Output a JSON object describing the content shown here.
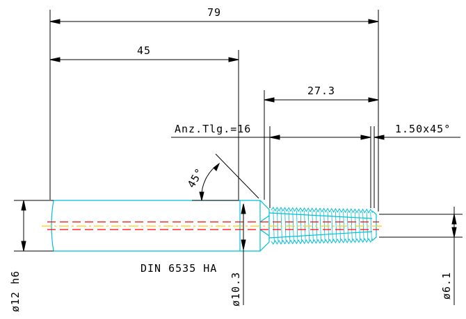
{
  "dimensions": {
    "overall_length": "79",
    "shank_length": "45",
    "thread_length": "27.3",
    "chamfer": "1.50x45°",
    "chamfer_angle": "45°",
    "tooth_count": "Anz.Tlg.=16",
    "shank_diameter": "ø12 h6",
    "neck_diameter": "ø10.3",
    "tip_diameter": "ø6.1"
  },
  "standard_note": "DIN 6535 HA",
  "colors": {
    "background": "#ffffff",
    "outline": "#00bfd8",
    "dimension": "#000000",
    "centerline": "#ff0000",
    "axis": "#ffcc00"
  }
}
